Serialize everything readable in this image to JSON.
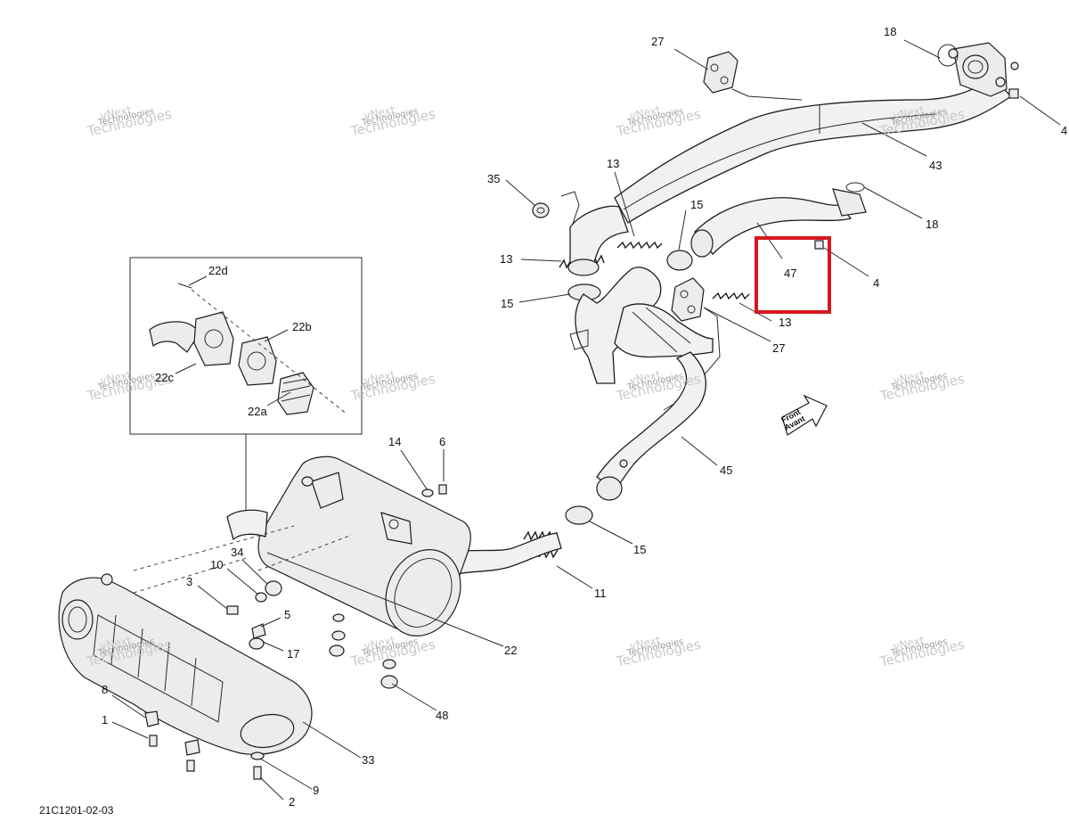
{
  "diagram": {
    "reference_code": "21C1201-02-03",
    "front_badge": {
      "line1": "Front",
      "line2": "Avant"
    },
    "watermark": {
      "line1": "vNext",
      "line2": "Technologies",
      "line3": "Technologies"
    },
    "highlight_color": "#d6181e",
    "callouts": [
      {
        "id": "c27a",
        "text": "27"
      },
      {
        "id": "c18a",
        "text": "18"
      },
      {
        "id": "c4a",
        "text": "4"
      },
      {
        "id": "c43",
        "text": "43"
      },
      {
        "id": "c13a",
        "text": "13"
      },
      {
        "id": "c35",
        "text": "35"
      },
      {
        "id": "c15a",
        "text": "15"
      },
      {
        "id": "c18b",
        "text": "18"
      },
      {
        "id": "c13b",
        "text": "13"
      },
      {
        "id": "c47",
        "text": "47"
      },
      {
        "id": "c4b",
        "text": "4"
      },
      {
        "id": "c15b",
        "text": "15"
      },
      {
        "id": "c13c",
        "text": "13"
      },
      {
        "id": "c27b",
        "text": "27"
      },
      {
        "id": "c22d",
        "text": "22d"
      },
      {
        "id": "c22b",
        "text": "22b"
      },
      {
        "id": "c22c",
        "text": "22c"
      },
      {
        "id": "c22a",
        "text": "22a"
      },
      {
        "id": "c14",
        "text": "14"
      },
      {
        "id": "c6",
        "text": "6"
      },
      {
        "id": "c45",
        "text": "45"
      },
      {
        "id": "c34",
        "text": "34"
      },
      {
        "id": "c10",
        "text": "10"
      },
      {
        "id": "c3",
        "text": "3"
      },
      {
        "id": "c5",
        "text": "5"
      },
      {
        "id": "c15c",
        "text": "15"
      },
      {
        "id": "c11",
        "text": "11"
      },
      {
        "id": "c17",
        "text": "17"
      },
      {
        "id": "c22",
        "text": "22"
      },
      {
        "id": "c8",
        "text": "8"
      },
      {
        "id": "c48",
        "text": "48"
      },
      {
        "id": "c1",
        "text": "1"
      },
      {
        "id": "c33",
        "text": "33"
      },
      {
        "id": "c9",
        "text": "9"
      },
      {
        "id": "c2",
        "text": "2"
      }
    ]
  }
}
